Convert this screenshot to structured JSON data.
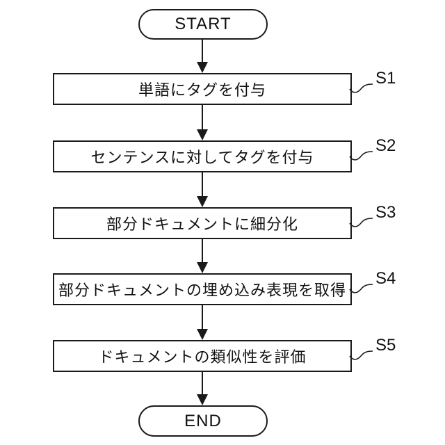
{
  "figure": {
    "type": "flowchart",
    "background_color": "#ffffff",
    "line_color": "#1a1a1a",
    "start": {
      "label": "START"
    },
    "end": {
      "label": "END"
    },
    "steps": [
      {
        "ref": "S1",
        "label": "単語にタグを付与"
      },
      {
        "ref": "S2",
        "label": "センテンスに対してタグを付与"
      },
      {
        "ref": "S3",
        "label": "部分ドキュメントに細分化"
      },
      {
        "ref": "S4",
        "label": "部分ドキュメントの埋め込み表現を取得"
      },
      {
        "ref": "S5",
        "label": "ドキュメントの類似性を評価"
      }
    ]
  }
}
